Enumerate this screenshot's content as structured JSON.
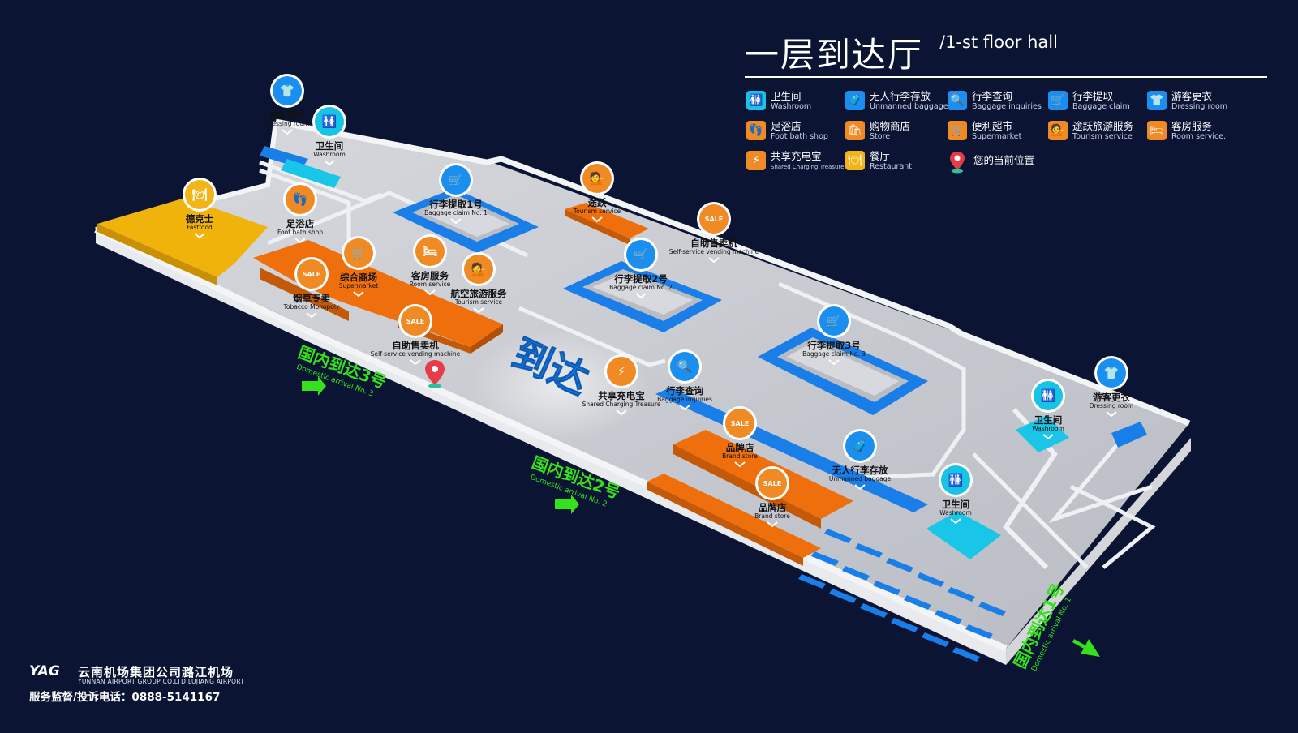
{
  "header": {
    "title": "一层到达厅",
    "subtitle": "/1-st floor hall"
  },
  "legend": [
    {
      "cn": "卫生间",
      "en": "Washroom",
      "color": "cyan",
      "glyph": "🚻",
      "icon": "washroom-icon"
    },
    {
      "cn": "无人行李存放",
      "en": "Unmanned baggage",
      "color": "blue",
      "glyph": "🧳",
      "icon": "baggage-storage-icon"
    },
    {
      "cn": "行李查询",
      "en": "Baggage inquiries",
      "color": "blue",
      "glyph": "🔍",
      "icon": "baggage-inquiry-icon"
    },
    {
      "cn": "行李提取",
      "en": "Baggage claim",
      "color": "blue",
      "glyph": "🛒",
      "icon": "baggage-claim-icon"
    },
    {
      "cn": "游客更衣",
      "en": "Dressing room",
      "color": "blue",
      "glyph": "👕",
      "icon": "dressing-room-icon"
    },
    {
      "cn": "足浴店",
      "en": "Foot bath shop",
      "color": "orange",
      "glyph": "👣",
      "icon": "foot-bath-icon"
    },
    {
      "cn": "购物商店",
      "en": "Store",
      "color": "orange",
      "glyph": "🛍",
      "icon": "store-icon"
    },
    {
      "cn": "便利超市",
      "en": "Supermarket",
      "color": "orange",
      "glyph": "🛒",
      "icon": "supermarket-icon"
    },
    {
      "cn": "途跃旅游服务",
      "en": "Tourism service",
      "color": "orange",
      "glyph": "💁",
      "icon": "tourism-service-icon"
    },
    {
      "cn": "客房服务",
      "en": "Room service.",
      "color": "orange",
      "glyph": "🛏",
      "icon": "room-service-icon"
    },
    {
      "cn": "共享充电宝",
      "en": "Shared Charging Treasure",
      "color": "orange",
      "glyph": "⚡",
      "icon": "charging-icon"
    },
    {
      "cn": "餐厅",
      "en": "Restaurant",
      "color": "yellow",
      "glyph": "🍽",
      "icon": "restaurant-icon"
    },
    {
      "cn": "您的当前位置",
      "en": "",
      "color": "pin",
      "glyph": "",
      "icon": "location-pin-icon"
    }
  ],
  "areas": {
    "arrival_big": "到达",
    "exit3": {
      "cn": "国内到达3号",
      "en": "Domestic arrival No. 3"
    },
    "exit2": {
      "cn": "国内到达2号",
      "en": "Domestic arrival No. 2"
    },
    "exit1": {
      "cn": "国内到达1号",
      "en": "Domestic arrival No. 1"
    }
  },
  "pois": [
    {
      "cn": "游客更衣",
      "en": "Dressing room",
      "color": "#1b8ff0",
      "glyph": "👕",
      "icon": "dressing-room-icon"
    },
    {
      "cn": "卫生间",
      "en": "Washroom",
      "color": "#18c4e6",
      "glyph": "🚻",
      "icon": "washroom-icon"
    },
    {
      "cn": "德克士",
      "en": "Fastfood",
      "color": "#f2b418",
      "glyph": "🍽",
      "icon": "restaurant-icon"
    },
    {
      "cn": "足浴店",
      "en": "Foot bath shop",
      "color": "#f08a24",
      "glyph": "👣",
      "icon": "foot-bath-icon"
    },
    {
      "cn": "行李提取1号",
      "en": "Baggage claim No. 1",
      "color": "#1b8ff0",
      "glyph": "🛒",
      "icon": "baggage-claim-icon"
    },
    {
      "cn": "途跃",
      "en": "Tourism service",
      "color": "#f08a24",
      "glyph": "💁",
      "icon": "tourism-service-icon"
    },
    {
      "cn": "自助售卖机",
      "en": "Self-service vending machine",
      "color": "#f08a24",
      "glyph": "SALE",
      "icon": "vending-machine-icon"
    },
    {
      "cn": "综合商场",
      "en": "Supermarket",
      "color": "#f08a24",
      "glyph": "🛒",
      "icon": "supermarket-icon"
    },
    {
      "cn": "客房服务",
      "en": "Room service",
      "color": "#f08a24",
      "glyph": "🛏",
      "icon": "room-service-icon"
    },
    {
      "cn": "航空旅游服务",
      "en": "Tourism service",
      "color": "#f08a24",
      "glyph": "💁",
      "icon": "tourism-service-icon"
    },
    {
      "cn": "烟草专卖",
      "en": "Tobacco Monopoly",
      "color": "#f08a24",
      "glyph": "SALE",
      "icon": "tobacco-icon"
    },
    {
      "cn": "行李提取2号",
      "en": "Baggage claim No. 2",
      "color": "#1b8ff0",
      "glyph": "🛒",
      "icon": "baggage-claim-icon"
    },
    {
      "cn": "自助售卖机",
      "en": "Self-service vending machine",
      "color": "#f08a24",
      "glyph": "SALE",
      "icon": "vending-machine-icon"
    },
    {
      "cn": "行李提取3号",
      "en": "Baggage claim No. 3",
      "color": "#1b8ff0",
      "glyph": "🛒",
      "icon": "baggage-claim-icon"
    },
    {
      "cn": "共享充电宝",
      "en": "Shared Charging Treasure",
      "color": "#f08a24",
      "glyph": "⚡",
      "icon": "charging-icon"
    },
    {
      "cn": "行李查询",
      "en": "Baggage inquiries",
      "color": "#1b8ff0",
      "glyph": "🔍",
      "icon": "baggage-inquiry-icon"
    },
    {
      "cn": "品牌店",
      "en": "Brand store",
      "color": "#f08a24",
      "glyph": "SALE",
      "icon": "brand-store-icon"
    },
    {
      "cn": "品牌店",
      "en": "Brand store",
      "color": "#f08a24",
      "glyph": "SALE",
      "icon": "brand-store-icon"
    },
    {
      "cn": "无人行李存放",
      "en": "Unmanned baggage",
      "color": "#1b8ff0",
      "glyph": "🧳",
      "icon": "baggage-storage-icon"
    },
    {
      "cn": "卫生间",
      "en": "Washroom",
      "color": "#18c4e6",
      "glyph": "🚻",
      "icon": "washroom-icon"
    },
    {
      "cn": "游客更衣",
      "en": "Dressing room",
      "color": "#1b8ff0",
      "glyph": "👕",
      "icon": "dressing-room-icon"
    },
    {
      "cn": "卫生间",
      "en": "Washroom",
      "color": "#18c4e6",
      "glyph": "🚻",
      "icon": "washroom-icon"
    }
  ],
  "footer": {
    "logo": "YAG",
    "name": "云南机场集团公司潞江机场",
    "en": "YUNNAN AIRPORT GROUP CO.LTD LUJIANG AIRPORT",
    "phone": "服务监督/投诉电话：0888-5141167"
  },
  "colors": {
    "bg": "#0b1433",
    "floor": "#c9ccd2",
    "orange": "#ee6f0c",
    "blue": "#1a7ee8",
    "cyan": "#19c6e8",
    "yellow": "#f0b30c",
    "green": "#35e01c"
  }
}
